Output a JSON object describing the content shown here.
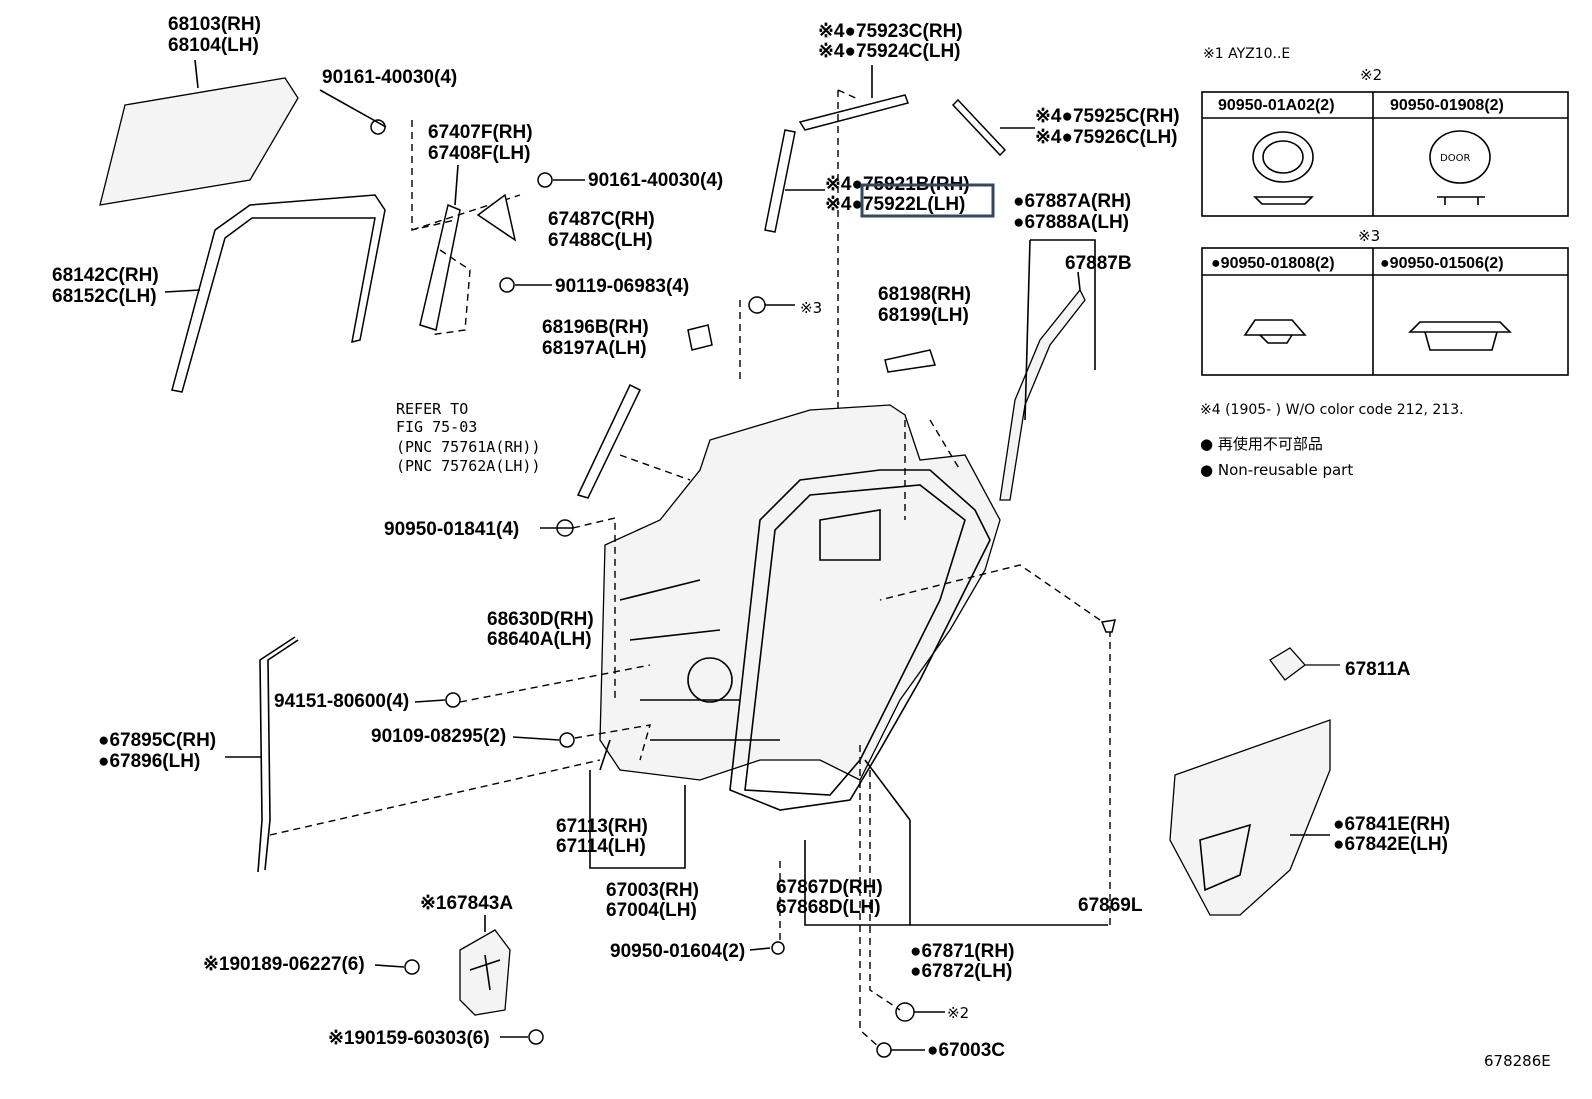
{
  "labels": {
    "glass_rh": "68103(RH)",
    "glass_lh": "68104(LH)",
    "bolt_90161_a": "90161-40030(4)",
    "frame_rh": "67407F(RH)",
    "frame_lh": "67408F(LH)",
    "bolt_90161_b": "90161-40030(4)",
    "cover_rh": "67487C(RH)",
    "cover_lh": "67488C(LH)",
    "run_rh": "68142C(RH)",
    "run_lh": "68152C(LH)",
    "bolt_90119": "90119-06983(4)",
    "note3_ref": "※3",
    "hinge_rh": "68196B(RH)",
    "hinge_lh": "68197A(LH)",
    "check_rh": "68198(RH)",
    "check_lh": "68199(LH)",
    "seal_67887b": "67887B",
    "moulding_top_rh": "※4●75923C(RH)",
    "moulding_top_lh": "※4●75924C(LH)",
    "moulding_rear_rh": "※4●75925C(RH)",
    "moulding_rear_lh": "※4●75926C(LH)",
    "moulding_front_rh": "※4●75921B(RH)",
    "moulding_front_lh": "※4●75922L(LH)",
    "weather_rh": "●67887A(RH)",
    "weather_lh": "●67888A(LH)",
    "refer_1": "REFER TO",
    "refer_2": "FIG 75-03",
    "refer_3": "(PNC 75761A(RH))",
    "refer_4": "(PNC 75762A(LH))",
    "plug_90950_01841": "90950-01841(4)",
    "stopper_rh": "68630D(RH)",
    "stopper_lh": "68640A(LH)",
    "nut_94151": "94151-80600(4)",
    "bolt_90109": "90109-08295(2)",
    "strip_rh": "●67895C(RH)",
    "strip_lh": "●67896(LH)",
    "panel_sub_rh": "67113(RH)",
    "panel_sub_lh": "67114(LH)",
    "panel_rh": "67003(RH)",
    "panel_lh": "67004(LH)",
    "clip_rh": "67867D(RH)",
    "clip_lh": "67868D(LH)",
    "seal_67869l": "67869L",
    "pad_67811a": "67811A",
    "cover_service_rh": "●67841E(RH)",
    "cover_service_lh": "●67842E(LH)",
    "speaker_cover": "※167843A",
    "nut_90189": "※190189-06227(6)",
    "plug_90950_01604": "90950-01604(2)",
    "weatherstrip_rh": "●67871(RH)",
    "weatherstrip_lh": "●67872(LH)",
    "note2_ref": "※2",
    "screw_90159": "※190159-60303(6)",
    "plug_67003c": "●67003C",
    "figure_code": "678286E"
  },
  "legend": {
    "note1": "※1 AYZ10..E",
    "note2_title": "※2",
    "note2_cols": [
      "90950-01A02(2)",
      "90950-01908(2)"
    ],
    "door_text": "DOOR",
    "note3_title": "※3",
    "note3_cols": [
      "●90950-01808(2)",
      "●90950-01506(2)"
    ],
    "note4": "※4 (1905-      )  W/O color code 212, 213.",
    "non_reusable_jp": "● 再使用不可部品",
    "non_reusable_en": "● Non-reusable part"
  },
  "highlighted_part": "75922L(LH)",
  "colors": {
    "highlight": "#34495e",
    "ink": "#000000"
  }
}
